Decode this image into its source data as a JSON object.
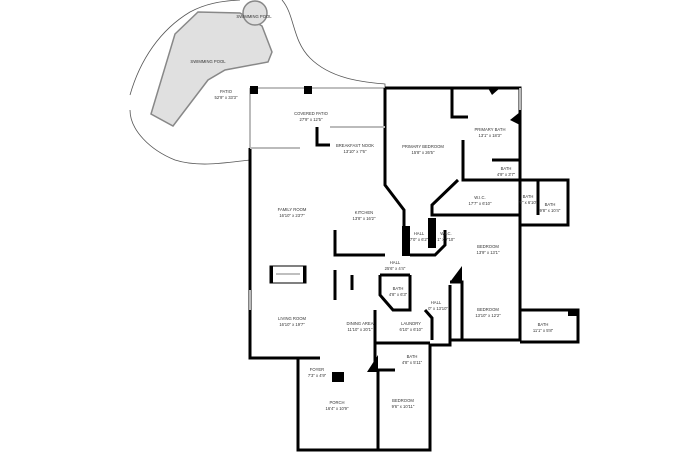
{
  "plan": {
    "colors": {
      "wall": "#000000",
      "pool": "#e0e0e0",
      "outline": "#777777"
    },
    "rooms": [
      {
        "name": "SWIMMING POOL",
        "dims": ""
      },
      {
        "name": "SWIMMING POOL",
        "dims": ""
      },
      {
        "name": "PATIO",
        "dims": "52'9\" x 33'3\""
      },
      {
        "name": "COVERED PATIO",
        "dims": "27'9\" x 12'5\""
      },
      {
        "name": "BREAKFAST NOOK",
        "dims": "13'10\" x 7'6\""
      },
      {
        "name": "PRIMARY BEDROOM",
        "dims": "15'8\" x 26'5\""
      },
      {
        "name": "PRIMARY BATH",
        "dims": "13'1\" x 18'3\""
      },
      {
        "name": "BATH",
        "dims": "4'9\" x 3'7\""
      },
      {
        "name": "W.I.C.",
        "dims": "17'7\" x 6'10\""
      },
      {
        "name": "BATH",
        "dims": "'6\" x 6'10\""
      },
      {
        "name": "BATH",
        "dims": "9'8\" x 10'4\""
      },
      {
        "name": "HALL",
        "dims": "7'0\" x 6'2\""
      },
      {
        "name": "W.I.C.",
        "dims": "1\" x 7'10\""
      },
      {
        "name": "BEDROOM",
        "dims": "13'9\" x 13'1\""
      },
      {
        "name": "FAMILY ROOM",
        "dims": "16'10\" x 23'7\""
      },
      {
        "name": "KITCHEN",
        "dims": "13'8\" x 16'2\""
      },
      {
        "name": "HALL",
        "dims": "25'6\" x 4'4\""
      },
      {
        "name": "BATH",
        "dims": "4'8\" x 6'3\""
      },
      {
        "name": "HALL",
        "dims": "0\" x 13'10\""
      },
      {
        "name": "LAUNDRY",
        "dims": "6'10\" x 6'10\""
      },
      {
        "name": "BEDROOM",
        "dims": "13'10\" x 12'2\""
      },
      {
        "name": "BATH",
        "dims": "11'1\" x 5'8\""
      },
      {
        "name": "LIVING ROOM",
        "dims": "16'10\" x 19'7\""
      },
      {
        "name": "DINING AREA",
        "dims": "11'10\" x 20'1\""
      },
      {
        "name": "BATH",
        "dims": "4'8\" x 5'11\""
      },
      {
        "name": "FOYER",
        "dims": "7'3\" x 4'9\""
      },
      {
        "name": "PORCH",
        "dims": "16'4\" x 10'9\""
      },
      {
        "name": "BEDROOM",
        "dims": "9'6\" x 10'11\""
      }
    ]
  }
}
